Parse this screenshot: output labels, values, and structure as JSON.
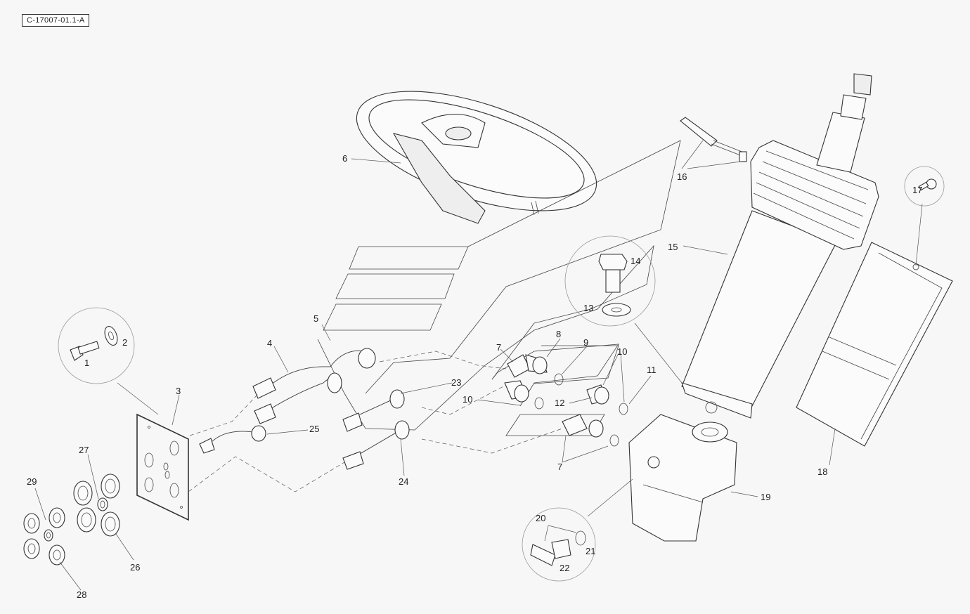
{
  "drawing_id": "C-17007-01.1-A",
  "callouts": [
    {
      "n": "1"
    },
    {
      "n": "2"
    },
    {
      "n": "3"
    },
    {
      "n": "4"
    },
    {
      "n": "5"
    },
    {
      "n": "6"
    },
    {
      "n": "7"
    },
    {
      "n": "7"
    },
    {
      "n": "8"
    },
    {
      "n": "9"
    },
    {
      "n": "10"
    },
    {
      "n": "10"
    },
    {
      "n": "11"
    },
    {
      "n": "12"
    },
    {
      "n": "13"
    },
    {
      "n": "14"
    },
    {
      "n": "15"
    },
    {
      "n": "16"
    },
    {
      "n": "17"
    },
    {
      "n": "18"
    },
    {
      "n": "19"
    },
    {
      "n": "20"
    },
    {
      "n": "21"
    },
    {
      "n": "22"
    },
    {
      "n": "23"
    },
    {
      "n": "24"
    },
    {
      "n": "25"
    },
    {
      "n": "26"
    },
    {
      "n": "27"
    },
    {
      "n": "28"
    },
    {
      "n": "29"
    }
  ]
}
